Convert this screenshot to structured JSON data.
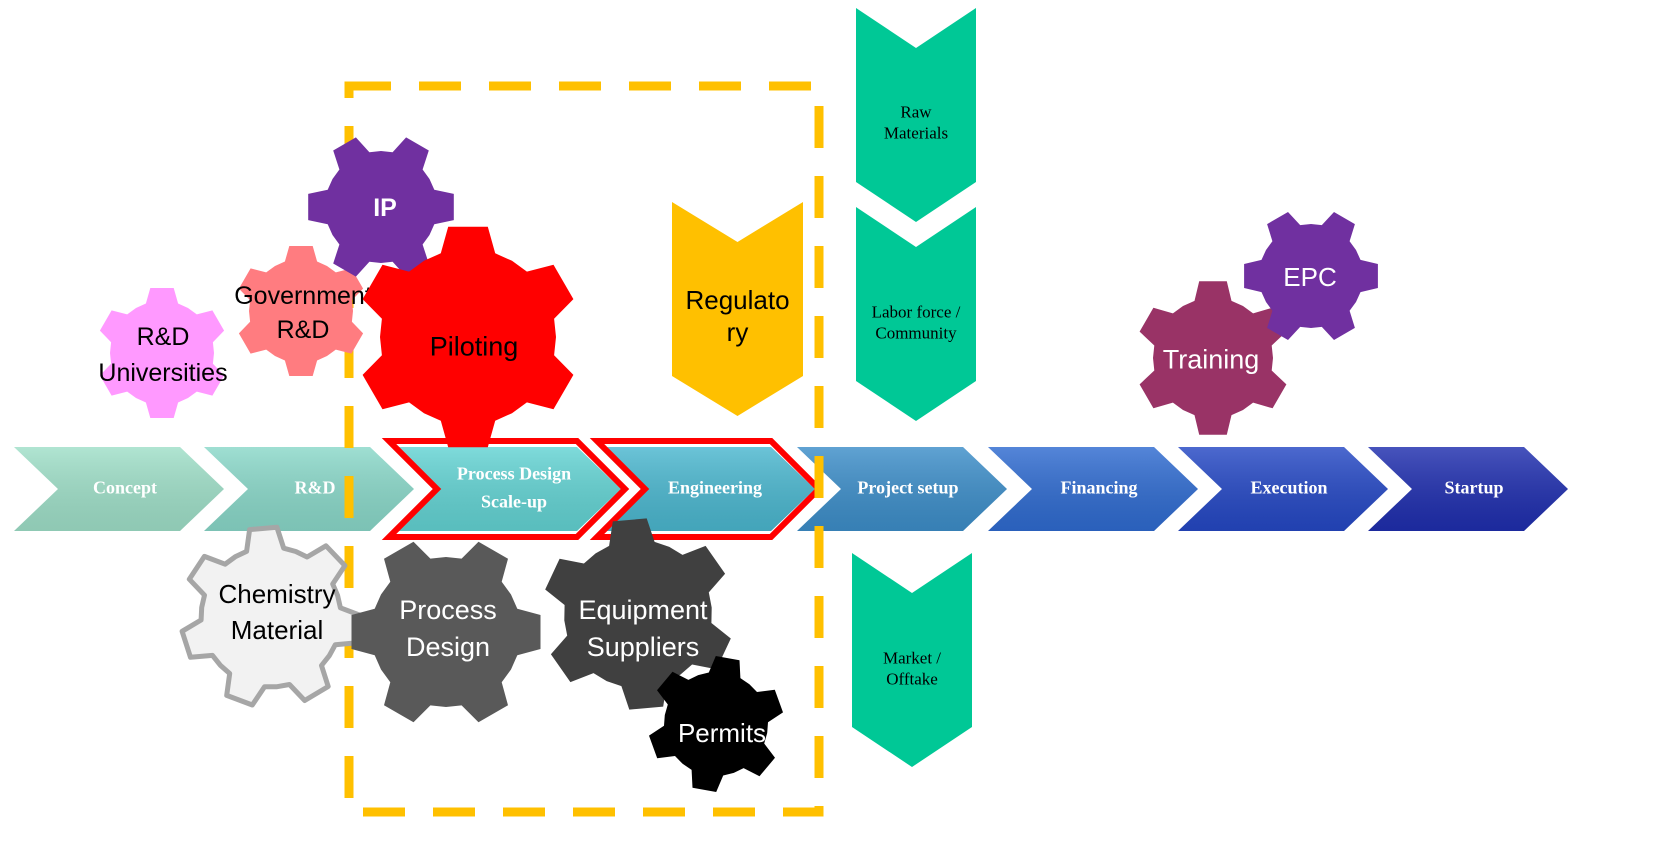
{
  "process_steps": [
    {
      "label": "Concept",
      "color": "#9fdfc8"
    },
    {
      "label": "R&D",
      "color": "#8ad8c9"
    },
    {
      "label": "Process Design\nScale-up",
      "color": "#63d3d3",
      "highlighted": true
    },
    {
      "label": "Engineering",
      "color": "#4bb7cf",
      "highlighted": true
    },
    {
      "label": "Project setup",
      "color": "#3d8ec9"
    },
    {
      "label": "Financing",
      "color": "#2f6bd0"
    },
    {
      "label": "Execution",
      "color": "#2548c4"
    },
    {
      "label": "Startup",
      "color": "#1f2eae"
    }
  ],
  "top_chevrons": [
    {
      "label": "Raw\nMaterials",
      "color": "#00c896"
    },
    {
      "label": "Labor force /\nCommunity",
      "color": "#00c896"
    },
    {
      "label": "Regulato\nry",
      "color": "#ffc000"
    }
  ],
  "bottom_chevrons": [
    {
      "label": "Market /\nOfftake",
      "color": "#00c896"
    }
  ],
  "gears": [
    {
      "id": "rd-universities",
      "label": "R&D\nUniversities",
      "color": "#ff99ff",
      "icon": "gear-icon"
    },
    {
      "id": "government-rd",
      "label": "Government\nR&D",
      "color": "#ff7c80",
      "icon": "gear-icon"
    },
    {
      "id": "ip",
      "label": "IP",
      "color": "#7030a0",
      "icon": "gear-icon"
    },
    {
      "id": "piloting",
      "label": "Piloting",
      "color": "#ff0000",
      "icon": "gear-icon"
    },
    {
      "id": "chemistry-material",
      "label": "Chemistry\nMaterial",
      "color": "#f2f2f2",
      "icon": "gear-icon"
    },
    {
      "id": "process-design",
      "label": "Process\nDesign",
      "color": "#595959",
      "icon": "gear-icon"
    },
    {
      "id": "equipment-suppliers",
      "label": "Equipment\nSuppliers",
      "color": "#404040",
      "icon": "gear-icon"
    },
    {
      "id": "permits",
      "label": "Permits",
      "color": "#000000",
      "icon": "gear-icon"
    },
    {
      "id": "training",
      "label": "Training",
      "color": "#993366",
      "icon": "gear-icon"
    },
    {
      "id": "epc",
      "label": "EPC",
      "color": "#7030a0",
      "icon": "gear-icon"
    }
  ],
  "highlight_box": {
    "color": "#ffc000",
    "style": "dashed"
  }
}
